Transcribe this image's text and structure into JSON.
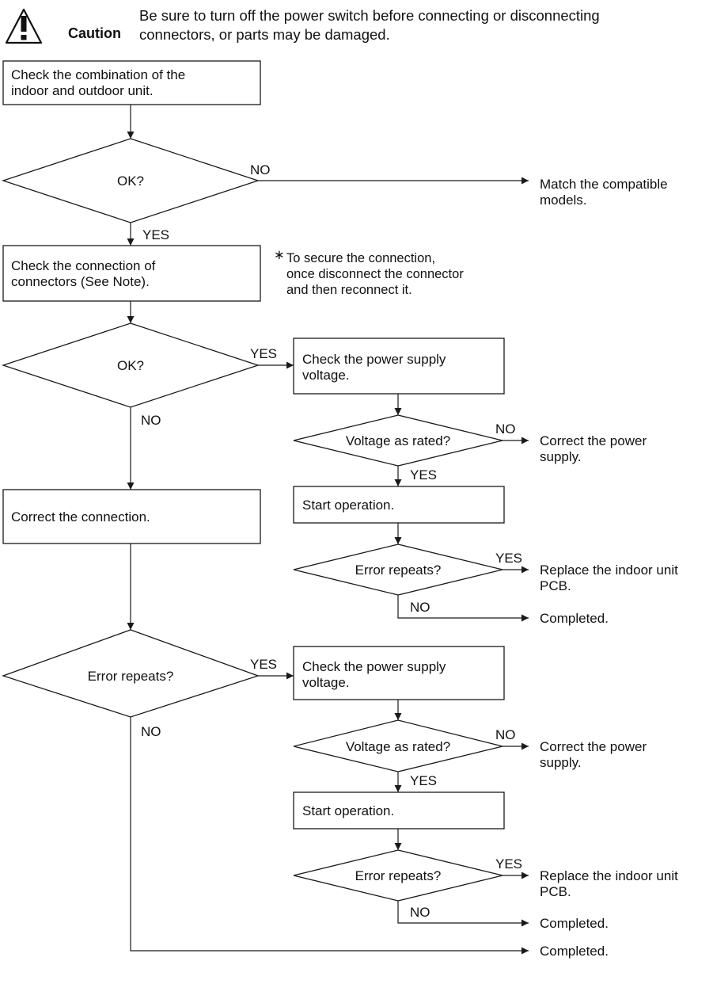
{
  "caution": {
    "title": "Caution",
    "icon": "warning-triangle-icon",
    "message_lines": [
      "Be sure to turn off the power switch before connecting or disconnecting",
      "connectors, or parts may be damaged."
    ]
  },
  "nodes": [
    {
      "id": "check-combination",
      "shape": "box",
      "lines": [
        "Check the combination of the",
        "indoor and outdoor unit."
      ]
    },
    {
      "id": "ok-combination",
      "shape": "diamond",
      "lines": [
        "OK?"
      ]
    },
    {
      "id": "check-connectors",
      "shape": "box",
      "lines": [
        "Check the connection of",
        "connectors (See Note)."
      ]
    },
    {
      "id": "ok-connection",
      "shape": "diamond",
      "lines": [
        "OK?"
      ]
    },
    {
      "id": "correct-connection",
      "shape": "box",
      "lines": [
        "Correct the connection."
      ]
    },
    {
      "id": "error-repeats-main",
      "shape": "diamond",
      "lines": [
        "Error repeats?"
      ]
    },
    {
      "id": "check-voltage-a",
      "shape": "box",
      "lines": [
        "Check the power supply",
        "voltage."
      ]
    },
    {
      "id": "voltage-rated-a",
      "shape": "diamond",
      "lines": [
        "Voltage as rated?"
      ]
    },
    {
      "id": "start-operation-a",
      "shape": "box",
      "lines": [
        "Start operation."
      ]
    },
    {
      "id": "error-repeats-a",
      "shape": "diamond",
      "lines": [
        "Error repeats?"
      ]
    },
    {
      "id": "check-voltage-b",
      "shape": "box",
      "lines": [
        "Check the power supply",
        "voltage."
      ]
    },
    {
      "id": "voltage-rated-b",
      "shape": "diamond",
      "lines": [
        "Voltage as rated?"
      ]
    },
    {
      "id": "start-operation-b",
      "shape": "box",
      "lines": [
        "Start operation."
      ]
    },
    {
      "id": "error-repeats-b",
      "shape": "diamond",
      "lines": [
        "Error repeats?"
      ]
    }
  ],
  "outcomes": [
    {
      "id": "match-models",
      "lines": [
        "Match the compatible",
        "models."
      ]
    },
    {
      "id": "correct-power-a",
      "lines": [
        "Correct the power",
        "supply."
      ]
    },
    {
      "id": "replace-pcb-a",
      "lines": [
        "Replace the indoor unit",
        "PCB."
      ]
    },
    {
      "id": "completed-a",
      "lines": [
        "Completed."
      ]
    },
    {
      "id": "correct-power-b",
      "lines": [
        "Correct the power",
        "supply."
      ]
    },
    {
      "id": "replace-pcb-b",
      "lines": [
        "Replace the indoor unit",
        "PCB."
      ]
    },
    {
      "id": "completed-b",
      "lines": [
        "Completed."
      ]
    },
    {
      "id": "completed-final",
      "lines": [
        "Completed."
      ]
    }
  ],
  "note": {
    "marker": "∗",
    "lines": [
      "To secure the connection,",
      "once disconnect the connector",
      "and then reconnect it."
    ]
  },
  "edges": [
    {
      "id": "e1",
      "from": "check-combination",
      "to": "ok-combination",
      "label": ""
    },
    {
      "id": "e2",
      "from": "ok-combination",
      "to": "match-models",
      "label": "NO"
    },
    {
      "id": "e3",
      "from": "ok-combination",
      "to": "check-connectors",
      "label": "YES"
    },
    {
      "id": "e4",
      "from": "check-connectors",
      "to": "ok-connection",
      "label": ""
    },
    {
      "id": "e5",
      "from": "ok-connection",
      "to": "check-voltage-a",
      "label": "YES"
    },
    {
      "id": "e6",
      "from": "ok-connection",
      "to": "correct-connection",
      "label": "NO"
    },
    {
      "id": "e7",
      "from": "check-voltage-a",
      "to": "voltage-rated-a",
      "label": ""
    },
    {
      "id": "e8",
      "from": "voltage-rated-a",
      "to": "correct-power-a",
      "label": "NO"
    },
    {
      "id": "e9",
      "from": "voltage-rated-a",
      "to": "start-operation-a",
      "label": "YES"
    },
    {
      "id": "e10",
      "from": "start-operation-a",
      "to": "error-repeats-a",
      "label": ""
    },
    {
      "id": "e11",
      "from": "error-repeats-a",
      "to": "replace-pcb-a",
      "label": "YES"
    },
    {
      "id": "e12",
      "from": "error-repeats-a",
      "to": "completed-a",
      "label": "NO"
    },
    {
      "id": "e13",
      "from": "correct-connection",
      "to": "error-repeats-main",
      "label": ""
    },
    {
      "id": "e14",
      "from": "error-repeats-main",
      "to": "check-voltage-b",
      "label": "YES"
    },
    {
      "id": "e15",
      "from": "error-repeats-main",
      "to": "completed-final",
      "label": "NO"
    },
    {
      "id": "e16",
      "from": "check-voltage-b",
      "to": "voltage-rated-b",
      "label": ""
    },
    {
      "id": "e17",
      "from": "voltage-rated-b",
      "to": "correct-power-b",
      "label": "NO"
    },
    {
      "id": "e18",
      "from": "voltage-rated-b",
      "to": "start-operation-b",
      "label": "YES"
    },
    {
      "id": "e19",
      "from": "start-operation-b",
      "to": "error-repeats-b",
      "label": ""
    },
    {
      "id": "e20",
      "from": "error-repeats-b",
      "to": "replace-pcb-b",
      "label": "YES"
    },
    {
      "id": "e21",
      "from": "error-repeats-b",
      "to": "completed-b",
      "label": "NO"
    }
  ]
}
